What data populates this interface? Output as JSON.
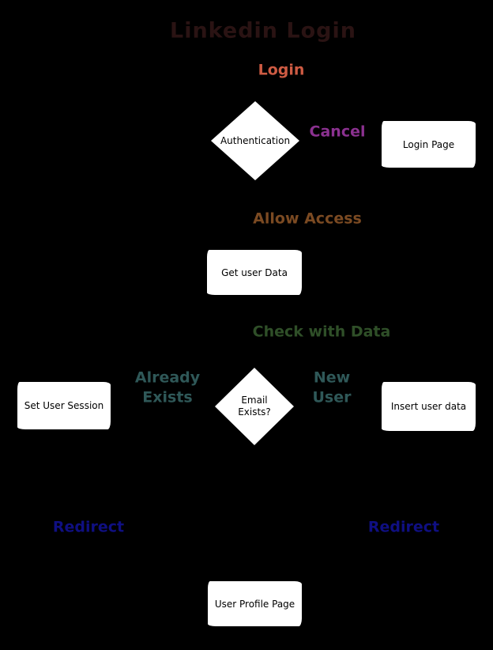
{
  "diagram": {
    "title": "Linkedin Login",
    "background_color": "#000000",
    "node_fill_color": "#ffffff",
    "node_text_color": "#000000",
    "title_color": "#2a1313",
    "nodes": {
      "authentication": {
        "shape": "diamond",
        "label": "Authentication"
      },
      "login_page": {
        "shape": "rectangle",
        "label": "Login Page"
      },
      "get_user_data": {
        "shape": "rectangle",
        "label": "Get user Data"
      },
      "email_exists": {
        "shape": "diamond",
        "label_line1": "Email",
        "label_line2": "Exists?"
      },
      "set_user_session": {
        "shape": "rectangle",
        "label": "Set User Session"
      },
      "insert_user_data": {
        "shape": "rectangle",
        "label": "Insert user data"
      },
      "user_profile_page": {
        "shape": "rectangle",
        "label": "User Profile Page"
      }
    },
    "edge_labels": {
      "login": {
        "text": "Login",
        "color": "#ce5b43"
      },
      "cancel": {
        "text": "Cancel",
        "color": "#8b3190"
      },
      "allow_access": {
        "text": "Allow Access",
        "color": "#7b4a22"
      },
      "check_with_data": {
        "text": "Check with Data",
        "color": "#2f4f28"
      },
      "already_exists": {
        "line1": "Already",
        "line2": "Exists",
        "color": "#2f5858"
      },
      "new_user": {
        "line1": "New",
        "line2": "User",
        "color": "#2f5858"
      },
      "redirect_left": {
        "text": "Redirect",
        "color": "#0f0f82"
      },
      "redirect_right": {
        "text": "Redirect",
        "color": "#0f0f82"
      }
    }
  }
}
